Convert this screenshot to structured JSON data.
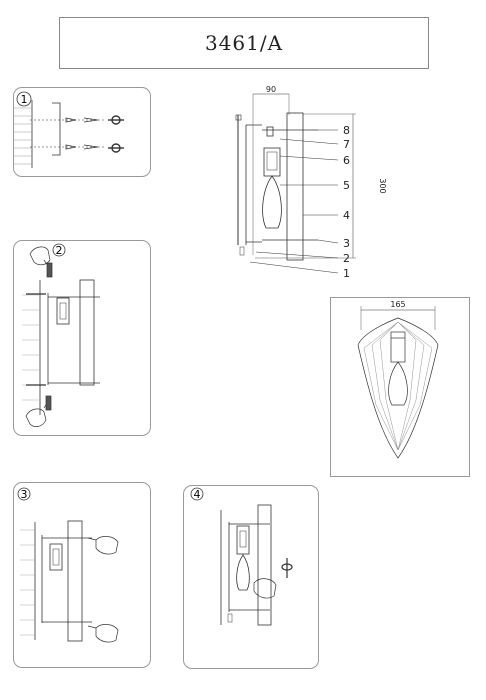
{
  "title": "3461/A",
  "steps": [
    "1",
    "2",
    "3",
    "4"
  ],
  "dimensions": {
    "width_top": "90",
    "height": "300",
    "width_front": "165"
  },
  "part_labels": [
    "8",
    "7",
    "6",
    "5",
    "4",
    "3",
    "2",
    "1"
  ],
  "icons": [
    "screw-icon",
    "hand-icon",
    "bulb-icon",
    "rotate-icon"
  ]
}
